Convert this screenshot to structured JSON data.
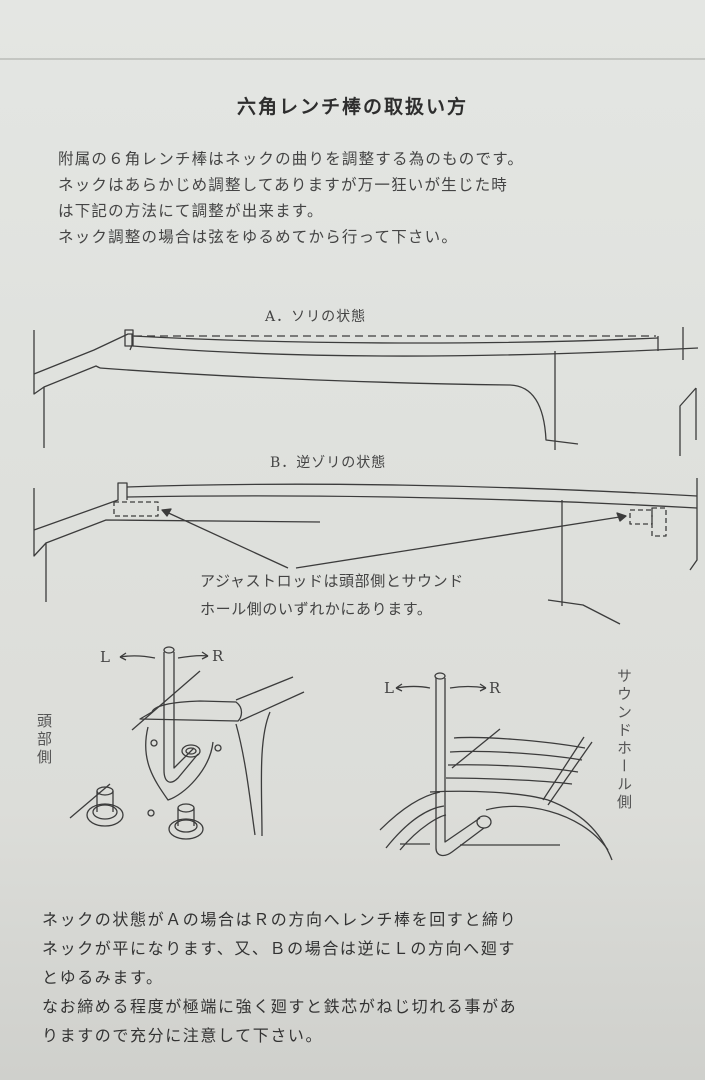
{
  "document": {
    "title": "六角レンチ棒の取扱い方",
    "intro": [
      "附属の６角レンチ棒はネックの曲りを調整する為のものです。",
      "ネックはあらかじめ調整してありますが万一狂いが生じた時",
      "は下記の方法にて調整が出来ます。",
      "ネック調整の場合は弦をゆるめてから行って下さい。"
    ],
    "diagram_a": {
      "caption": "A．ソリの状態"
    },
    "diagram_b": {
      "caption": "B．逆ゾリの状態",
      "callout": [
        "アジャストロッドは頭部側とサウンド",
        "ホール側のいずれかにあります。"
      ]
    },
    "illustration_head": {
      "side_label": "頭部側",
      "left_arrow": "L",
      "right_arrow": "R"
    },
    "illustration_soundhole": {
      "side_label": "サウンドホール側",
      "left_arrow": "L",
      "right_arrow": "R"
    },
    "instructions": [
      "ネックの状態がＡの場合はＲの方向へレンチ棒を回すと締り",
      "ネックが平になります、又、Ｂの場合は逆にＬの方向へ廻す",
      "とゆるみます。",
      "なお締める程度が極端に強く廻すと鉄芯がねじ切れる事があ",
      "りますので充分に注意して下さい。"
    ]
  }
}
